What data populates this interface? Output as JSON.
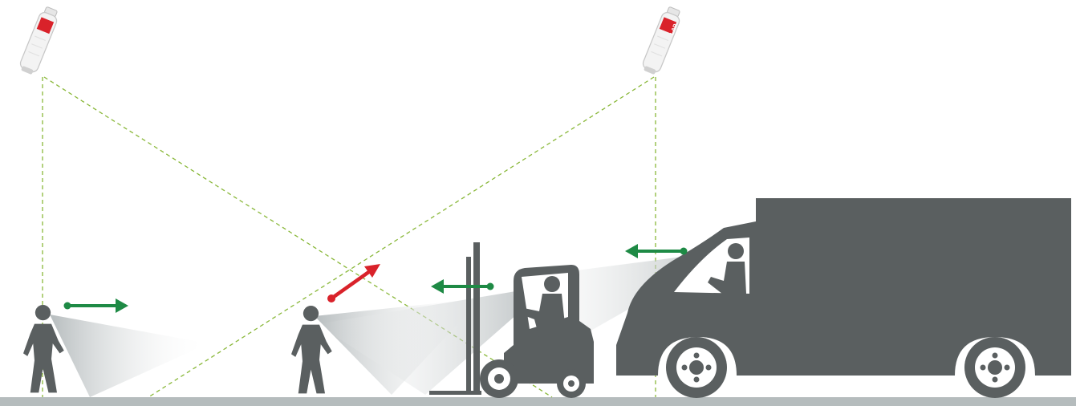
{
  "diagram": {
    "sensor_brand": "LAP",
    "colors": {
      "figure": "#5a5f60",
      "ground": "#b5bcbd",
      "detection_line": "#8ab83a",
      "arrow_safe": "#1e8a45",
      "arrow_danger": "#d9222a",
      "sensor_label": "#d9222a",
      "sensor_body": "#f1f1f1"
    },
    "elements": [
      {
        "name": "ceiling-sensor-left",
        "kind": "sensor"
      },
      {
        "name": "ceiling-sensor-right",
        "kind": "sensor"
      },
      {
        "name": "pedestrian-left",
        "kind": "person",
        "motion": "safe"
      },
      {
        "name": "pedestrian-center",
        "kind": "person",
        "motion": "danger"
      },
      {
        "name": "forklift",
        "kind": "vehicle",
        "motion": "safe"
      },
      {
        "name": "delivery-truck",
        "kind": "vehicle",
        "motion": "safe"
      }
    ]
  }
}
